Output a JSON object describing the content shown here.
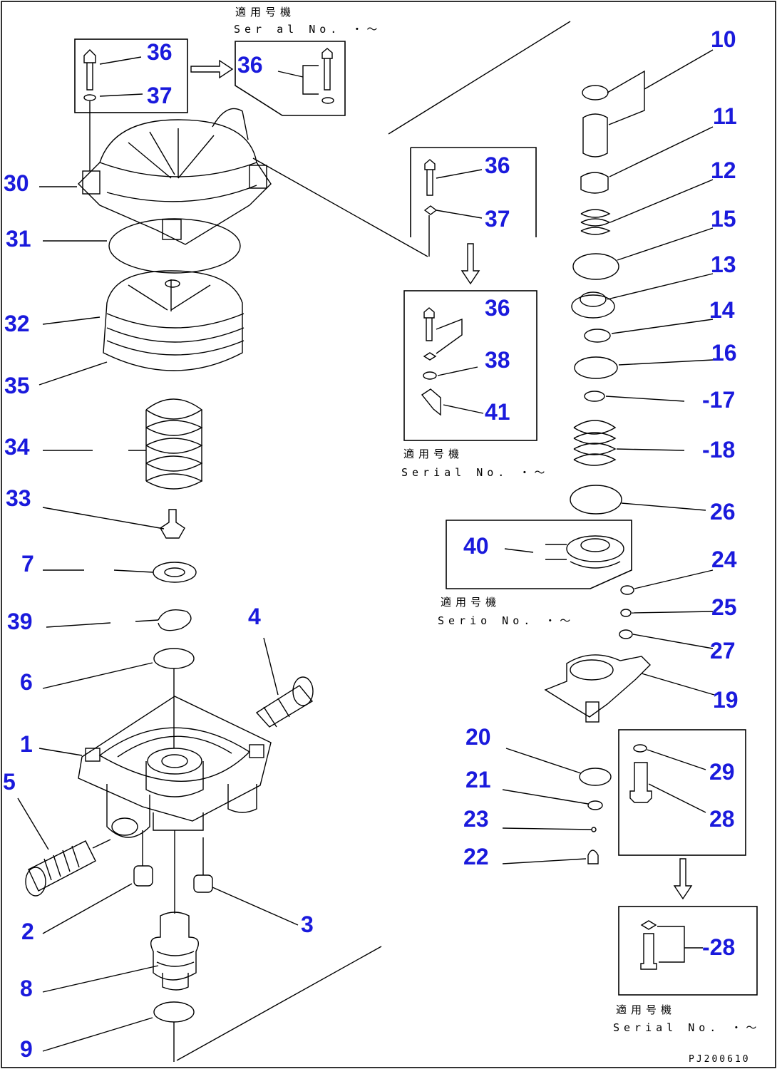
{
  "colors": {
    "callout": "#1a1adc",
    "linework": "#000000",
    "background": "#ffffff"
  },
  "callouts": {
    "c1": "1",
    "c2": "2",
    "c3": "3",
    "c4": "4",
    "c5": "5",
    "c6": "6",
    "c7": "7",
    "c8": "8",
    "c9": "9",
    "c10": "10",
    "c11": "11",
    "c12": "12",
    "c13": "13",
    "c14": "14",
    "c15": "15",
    "c16": "16",
    "c17": "-17",
    "c18": "-18",
    "c19": "19",
    "c20": "20",
    "c21": "21",
    "c22": "22",
    "c23": "23",
    "c24": "24",
    "c25": "25",
    "c26": "26",
    "c27": "27",
    "c28a": "28",
    "c28b": "-28",
    "c29": "29",
    "c30": "30",
    "c31": "31",
    "c32": "32",
    "c33": "33",
    "c34": "34",
    "c35": "35",
    "c36a": "36",
    "c36b": "36",
    "c36c": "36",
    "c36d": "36",
    "c37a": "37",
    "c37b": "37",
    "c38": "38",
    "c39": "39",
    "c40": "40",
    "c41": "41"
  },
  "captions": {
    "serial1_jp": "適用号機",
    "serial1_en": "Ser al No.  ・～",
    "serial2_jp": "適用号機",
    "serial2_en": "Serial No.  ・～",
    "serial3_jp": "適用号機",
    "serial3_en": "Serio No.  ・～",
    "serial4_jp": "適用号機",
    "serial4_en": "Serial No.  ・～"
  },
  "doc_id": "PJ200610"
}
